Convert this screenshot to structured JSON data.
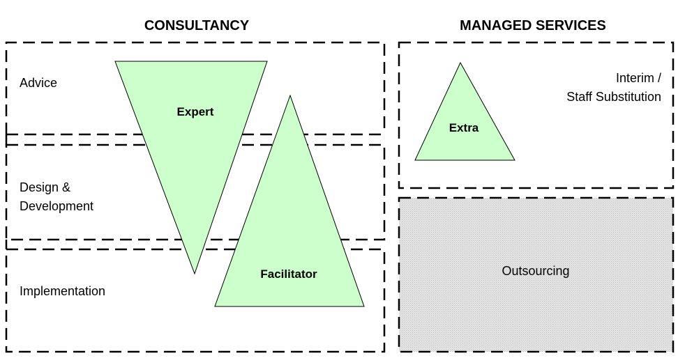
{
  "headers": {
    "consultancy": "CONSULTANCY",
    "managed_services": "MANAGED SERVICES"
  },
  "consultancy_rows": {
    "advice": "Advice",
    "design_line1": "Design &",
    "design_line2": "Development",
    "implementation": "Implementation"
  },
  "triangles": {
    "expert": "Expert",
    "facilitator": "Facilitator",
    "extra": "Extra"
  },
  "managed_rows": {
    "interim_line1": "Interim  /",
    "interim_line2": "Staff Substitution",
    "outsourcing": "Outsourcing"
  },
  "colors": {
    "triangle_fill": "#ccffcc",
    "outsourcing_fill": "#d9d9d9"
  }
}
